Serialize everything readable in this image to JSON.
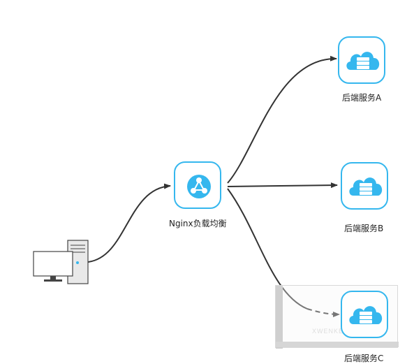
{
  "nodes": {
    "nginx": {
      "label": "Nginx负载均衡",
      "icon": "nginx-hub-icon"
    },
    "backend_a": {
      "label": "后端服务A",
      "icon": "cloud-server-icon"
    },
    "backend_b": {
      "label": "后端服务B",
      "icon": "cloud-server-icon"
    },
    "backend_c": {
      "label": "后端服务C",
      "icon": "cloud-server-icon"
    },
    "client": {
      "icon": "desktop-computer-icon"
    }
  },
  "watermark": {
    "text": "XWENKE"
  },
  "colors": {
    "accent": "#35b7ee",
    "arrow": "#333333",
    "computer_fill": "#e9e9e9",
    "computer_stroke": "#444444"
  }
}
